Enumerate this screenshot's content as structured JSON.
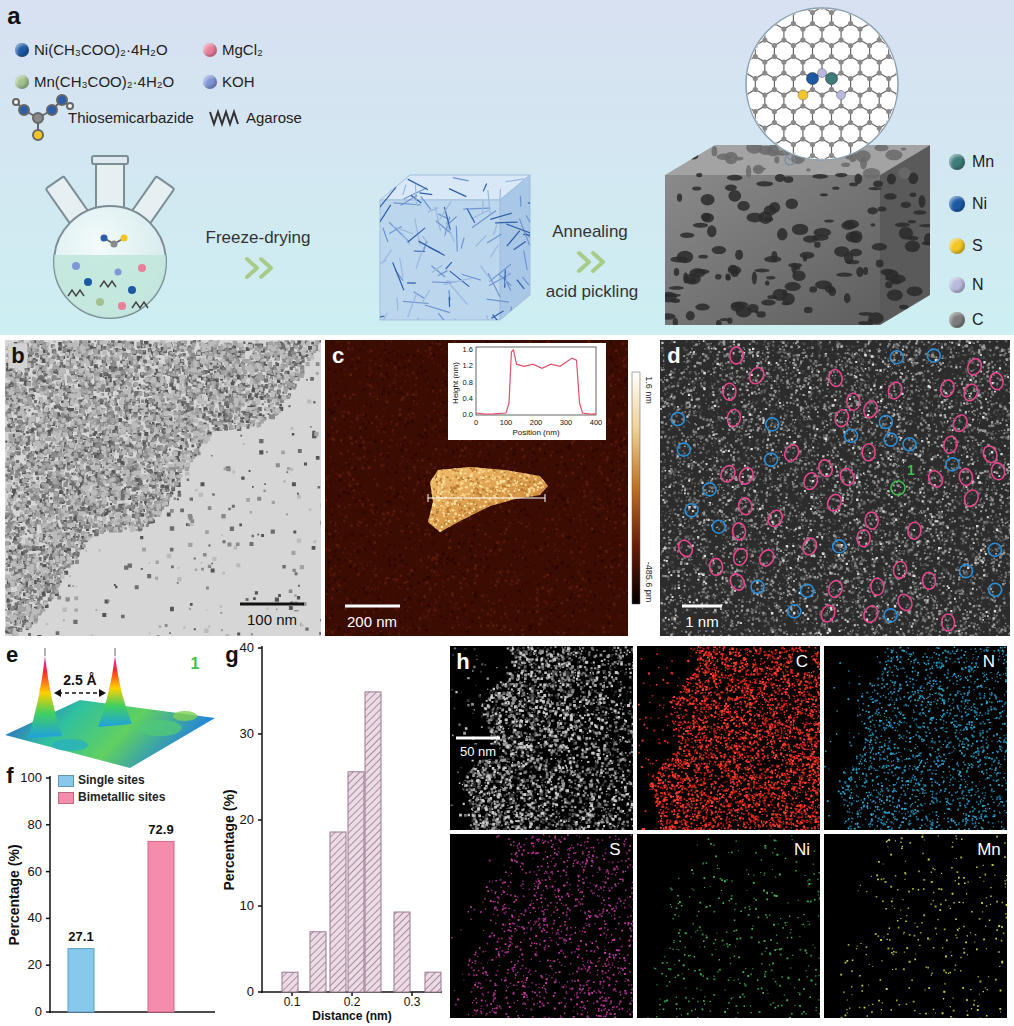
{
  "diagram": {
    "nodes": [
      {
        "text": [
          "b",
          "100 nm"
        ]
      },
      {
        "text": [
          "c",
          "200 nm"
        ]
      },
      {
        "text": [
          "Height (nm)",
          "0.0",
          "0.4",
          "0.8",
          "1.2",
          "1.6",
          "0",
          "100",
          "200",
          "300",
          "400",
          "Position (nm)"
        ],
        "in": 1
      },
      {
        "text": [
          "d",
          "1 nm",
          "1"
        ]
      },
      {
        "text": [
          "h",
          "50 nm"
        ]
      },
      {
        "text": [
          "C"
        ]
      },
      {
        "text": [
          "N"
        ]
      },
      {
        "text": [
          "S"
        ]
      },
      {
        "text": [
          "Ni"
        ]
      },
      {
        "text": [
          "Mn"
        ]
      }
    ],
    "labels": [
      "a",
      "Freeze-drying",
      "Annealing",
      "acid pickling",
      "1.6 nm",
      "-485.6 pm",
      "e",
      "2.5 Å",
      "1",
      "f",
      "Percentage (%)",
      "0",
      "20",
      "40",
      "60",
      "80",
      "100",
      "27.1",
      "72.9",
      "g",
      "Percentage (%)",
      "0",
      "10",
      "20",
      "30",
      "40",
      "0.1",
      "0.2",
      "0.3",
      "Distance (nm)"
    ],
    "legend": [
      {
        "text": "Ni(CH₃COO)₂·4H₂O",
        "color": "#1d5aa6"
      },
      {
        "text": "MgCl₂",
        "color": "#e8809a"
      },
      {
        "text": "Mn(CH₃COO)₂·4H₂O",
        "color": "#a3c290"
      },
      {
        "text": "KOH",
        "color": "#8096d6"
      },
      {
        "text": "Thiosemicarbazide"
      },
      {
        "text": "Agarose"
      },
      {
        "text": "Mn",
        "color": "#3e7c7a"
      },
      {
        "text": "Ni",
        "color": "#1d5aa6"
      },
      {
        "text": "S",
        "color": "#f2c626"
      },
      {
        "text": "N",
        "color": "#b8b9dc"
      },
      {
        "text": "C",
        "color": "#7d7d7d"
      },
      {
        "text": "Single sites",
        "color": "#87c8ec"
      },
      {
        "text": "Bimetallic sites",
        "color": "#f48cac"
      }
    ]
  }
}
